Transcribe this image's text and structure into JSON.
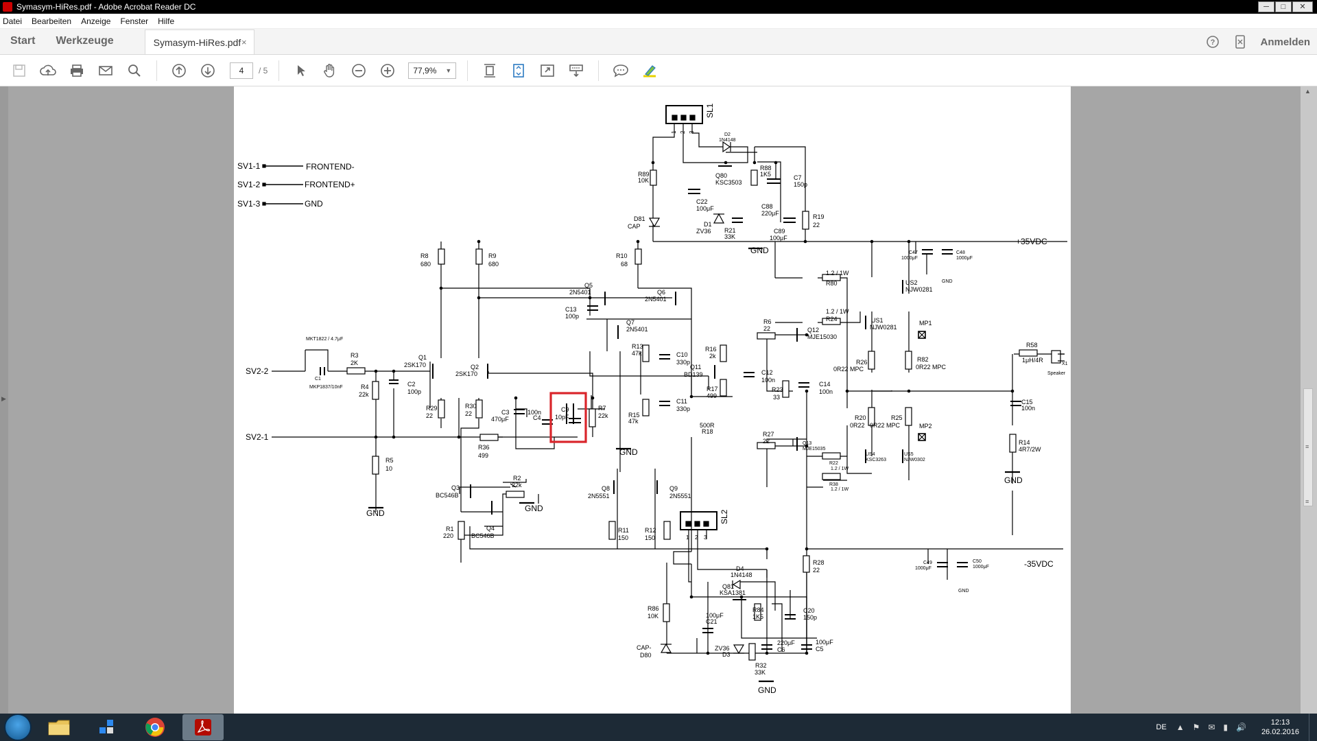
{
  "window": {
    "title": "Symasym-HiRes.pdf - Adobe Acrobat Reader DC",
    "minimize": "─",
    "maximize": "□",
    "close": "✕"
  },
  "menu": [
    "Datei",
    "Bearbeiten",
    "Anzeige",
    "Fenster",
    "Hilfe"
  ],
  "tabs": {
    "start": "Start",
    "tools": "Werkzeuge",
    "document": "Symasym-HiRes.pdf",
    "close_glyph": "×",
    "signin": "Anmelden"
  },
  "toolbar": {
    "page_current": "4",
    "page_total": "/ 5",
    "zoom": "77,9%"
  },
  "schematic": {
    "connectors": {
      "sv1_1": "SV1-1",
      "frontend_minus": "FRONTEND-",
      "sv1_2": "SV1-2",
      "frontend_plus": "FRONTEND+",
      "sv1_3": "SV1-3",
      "gnd": "GND",
      "sv2_2": "SV2-2",
      "sv2_1": "SV2-1",
      "sl1": "SL1",
      "sl2": "SL2",
      "pin1": "1",
      "pin2": "2",
      "pin3": "3",
      "plus35": "+35VDC",
      "minus35": "-35VDC",
      "speaker": "Speaker",
      "x1": "X1",
      "mp1": "MP1",
      "mp2": "MP2"
    },
    "parts": {
      "r8": "R8",
      "r8v": "680",
      "r9": "R9",
      "r9v": "680",
      "r10": "R10",
      "r10v": "68",
      "r89": "R89",
      "r89v": "10K",
      "d81": "D81",
      "d81v": "CAP",
      "d2": "D2",
      "d2v": "1N4148",
      "q80": "Q80",
      "q80v": "KSC3503",
      "r88": "R88",
      "r88v": "1K5",
      "c7": "C7",
      "c7v": "150p",
      "c22": "C22",
      "c22v": "100μF",
      "d1": "D1",
      "d1v": "ZV36",
      "r21": "R21",
      "r21v": "33K",
      "c88": "C88",
      "c88v": "220μF",
      "c89": "C89",
      "c89v": "100μF",
      "r19": "R19",
      "r19v": "22",
      "q5": "Q5",
      "q5v": "2N5401",
      "q6": "Q6",
      "q6v": "2N5401",
      "c13": "C13",
      "c13v": "100p",
      "q7": "Q7",
      "q7v": "2N5401",
      "mkt": "MKT1822 / 4.7μF",
      "c1": "C1",
      "c1v": "MKP1837/10nF",
      "r3": "R3",
      "r3v": "2K",
      "r4": "R4",
      "r4v": "22k",
      "c2": "C2",
      "c2v": "100p",
      "q1": "Q1",
      "q1v": "2SK170",
      "q2": "Q2",
      "q2v": "2SK170",
      "r29": "R29",
      "r29v": "22",
      "r30": "R30",
      "r30v": "22",
      "c3": "C3",
      "c3v": "470μF",
      "c4": "C4",
      "c4v": "100n",
      "c9": "C9",
      "c9v": "10pF",
      "r7": "R7",
      "r7v": "22k",
      "r36": "R36",
      "r36v": "499",
      "r5": "R5",
      "r5v": "10",
      "r13": "R13",
      "r13v": "47k",
      "c10": "C10",
      "c10v": "330p",
      "r16": "R16",
      "r16v": "2k",
      "q11": "Q11",
      "q11v": "BD139",
      "r17": "R17",
      "r17v": "499",
      "r15": "R15",
      "r15v": "47k",
      "c11": "C11",
      "c11v": "330p",
      "r18": "R18",
      "r18v": "500R",
      "c12": "C12",
      "c12v": "100n",
      "r6": "R6",
      "r6v": "22",
      "r23": "R23",
      "r23v": "33",
      "r27": "R27",
      "r27v": "22",
      "q12": "Q12",
      "q12v": "MJE15030",
      "q13": "Q13",
      "q13v": "MJE15035",
      "c14": "C14",
      "c14v": "100n",
      "r80": "R80",
      "r80v": "1.2 / 1W",
      "r24": "R24",
      "r24v": "1.2 / 1W",
      "us2": "US2",
      "us2v": "NJW0281",
      "us1": "US1",
      "us1v": "NJW0281",
      "r26": "R26",
      "r26v": "0R22 MPC",
      "r82": "R82",
      "r82v": "0R22 MPC",
      "r20": "R20",
      "r20v": "0R22",
      "r25": "R25",
      "r25v": "0R22 MPC",
      "us4": "US4",
      "us4v": "KSC3263",
      "us5": "US5",
      "us5v": "NJW0302",
      "r22": "R22",
      "r22v": "1.2 / 1W",
      "r38": "R38",
      "r38v": "1.2 / 1W",
      "c47": "C47",
      "c47v": "1000μF",
      "c48": "C48",
      "c48v": "1000μF",
      "c49": "C49",
      "c49v": "1000μF",
      "c50": "C50",
      "c50v": "1000μF",
      "r58": "R58",
      "r58v": "1μH/4R",
      "c15": "C15",
      "c15v": "100n",
      "r14": "R14",
      "r14v": "4R7/2W",
      "q3": "Q3",
      "q3v": "BC546B",
      "q4": "Q4",
      "q4v": "BC546B",
      "r2": "R2",
      "r2v": "22k",
      "r1": "R1",
      "r1v": "220",
      "q8": "Q8",
      "q8v": "2N5551",
      "q9": "Q9",
      "q9v": "2N5551",
      "r11": "R11",
      "r11v": "150",
      "r12": "R12",
      "r12v": "150",
      "r28": "R28",
      "r28v": "22",
      "d4": "D4",
      "d4v": "1N4148",
      "q81": "Q81",
      "q81v": "KSA1381",
      "r84": "R84",
      "r84v": "1K5",
      "c20": "C20",
      "c20v": "150p",
      "r86": "R86",
      "r86v": "10K",
      "c21": "C21",
      "c21v": "100μF",
      "d80": "D80",
      "d80v": "CAP-",
      "d3": "D3",
      "d3v": "ZV36",
      "r32": "R32",
      "r32v": "33K",
      "c6": "C6",
      "c6v": "220μF",
      "c5": "C5",
      "c5v": "100μF"
    }
  },
  "taskbar": {
    "lang": "DE",
    "time": "12:13",
    "date": "26.02.2016"
  }
}
